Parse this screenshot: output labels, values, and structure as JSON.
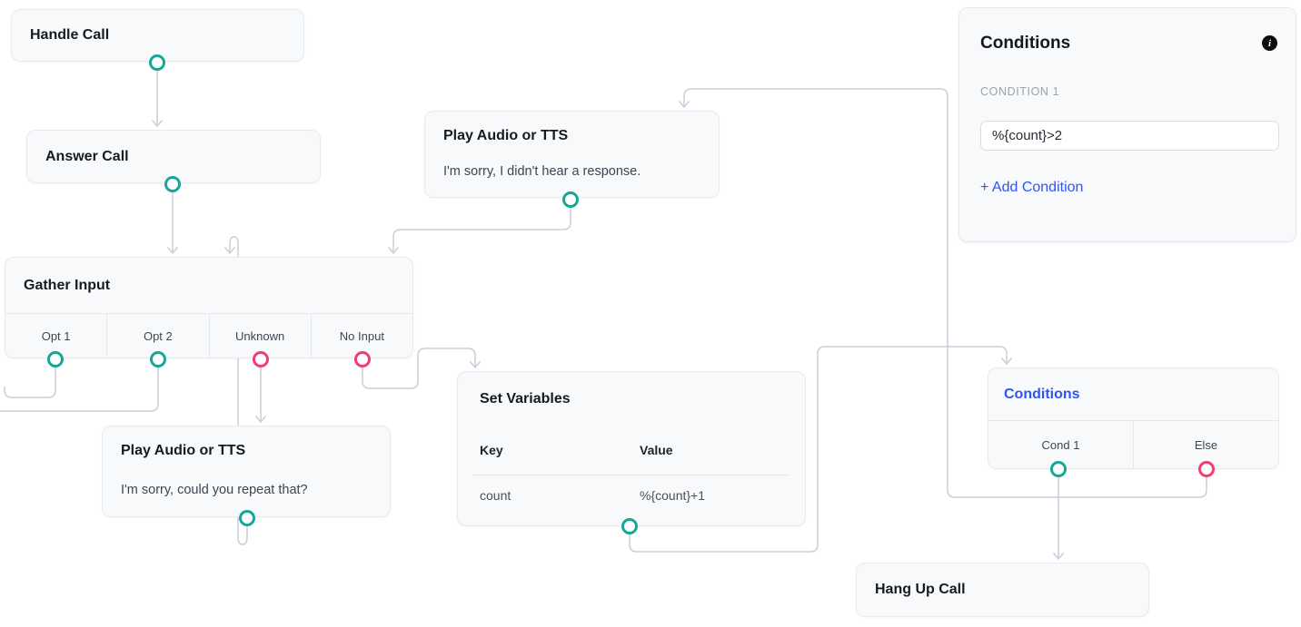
{
  "colors": {
    "node_background": "#f7f9fb",
    "node_border": "#e7ebf0",
    "edge": "#c9ced9",
    "success_handle": "#16a894",
    "failure_handle": "#f23d6d",
    "accent_blue": "#2e55f2",
    "panel_label_gray": "#9aa2ae",
    "info_icon_background": "#0d0d10"
  },
  "nodes": {
    "handle_call": {
      "title": "Handle Call"
    },
    "answer_call": {
      "title": "Answer Call"
    },
    "play_no_response": {
      "title": "Play Audio or TTS",
      "body": "I'm sorry, I didn't hear a response."
    },
    "gather_input": {
      "title": "Gather Input",
      "ports": [
        {
          "label": "Opt 1",
          "status": "success"
        },
        {
          "label": "Opt 2",
          "status": "success"
        },
        {
          "label": "Unknown",
          "status": "failure"
        },
        {
          "label": "No Input",
          "status": "failure"
        }
      ]
    },
    "play_repeat": {
      "title": "Play Audio or TTS",
      "body": "I'm sorry, could you repeat that?"
    },
    "set_variables": {
      "title": "Set Variables",
      "columns": {
        "key": "Key",
        "value": "Value"
      },
      "rows": [
        {
          "key": "count",
          "value": "%{count}+1"
        }
      ]
    },
    "conditions": {
      "title": "Conditions",
      "ports": [
        {
          "label": "Cond 1",
          "status": "success"
        },
        {
          "label": "Else",
          "status": "failure"
        }
      ]
    },
    "hang_up_call": {
      "title": "Hang Up Call"
    }
  },
  "panel": {
    "title": "Conditions",
    "info_icon": "i",
    "section_label": "CONDITION 1",
    "condition_input_value": "%{count}>2",
    "add_condition_label": "+ Add Condition"
  }
}
